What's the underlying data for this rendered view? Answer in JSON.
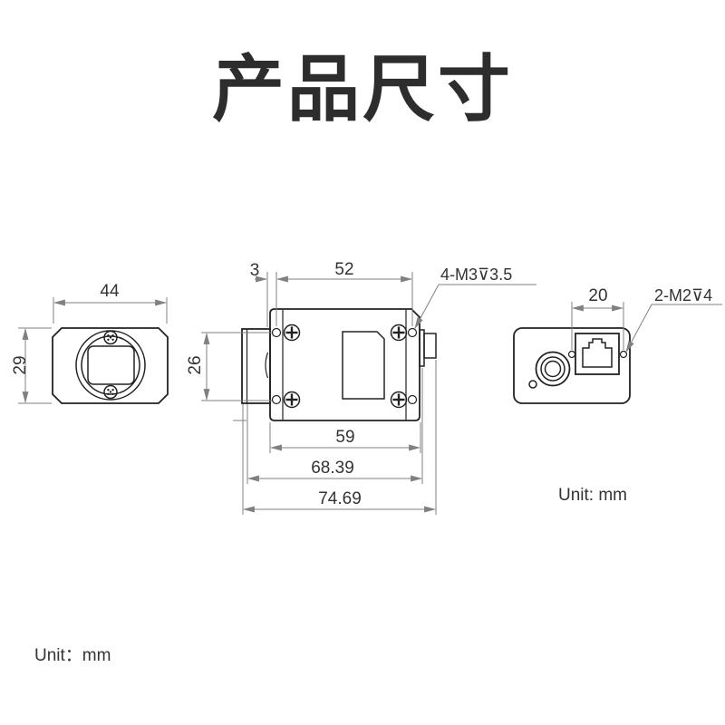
{
  "page": {
    "background": "#ffffff",
    "title": "产品尺寸"
  },
  "drawing": {
    "ink_color": "#222222",
    "dim_color": "#808080",
    "unit_note_right": "Unit: mm",
    "unit_note_bottom": "Unit：mm",
    "views": {
      "front": {
        "width_mm": "44",
        "height_mm": "29"
      },
      "top": {
        "lens_offset_mm": "3",
        "screw_span_mm": "52",
        "screw_pitch_mm": "26",
        "body_length_mm": "59",
        "flange_length_mm": "68.39",
        "overall_length_mm": "74.69",
        "thread_note": "4-M3⊽3.5"
      },
      "back": {
        "hole_span_mm": "20",
        "thread_note": "2-M2⊽4"
      }
    }
  }
}
